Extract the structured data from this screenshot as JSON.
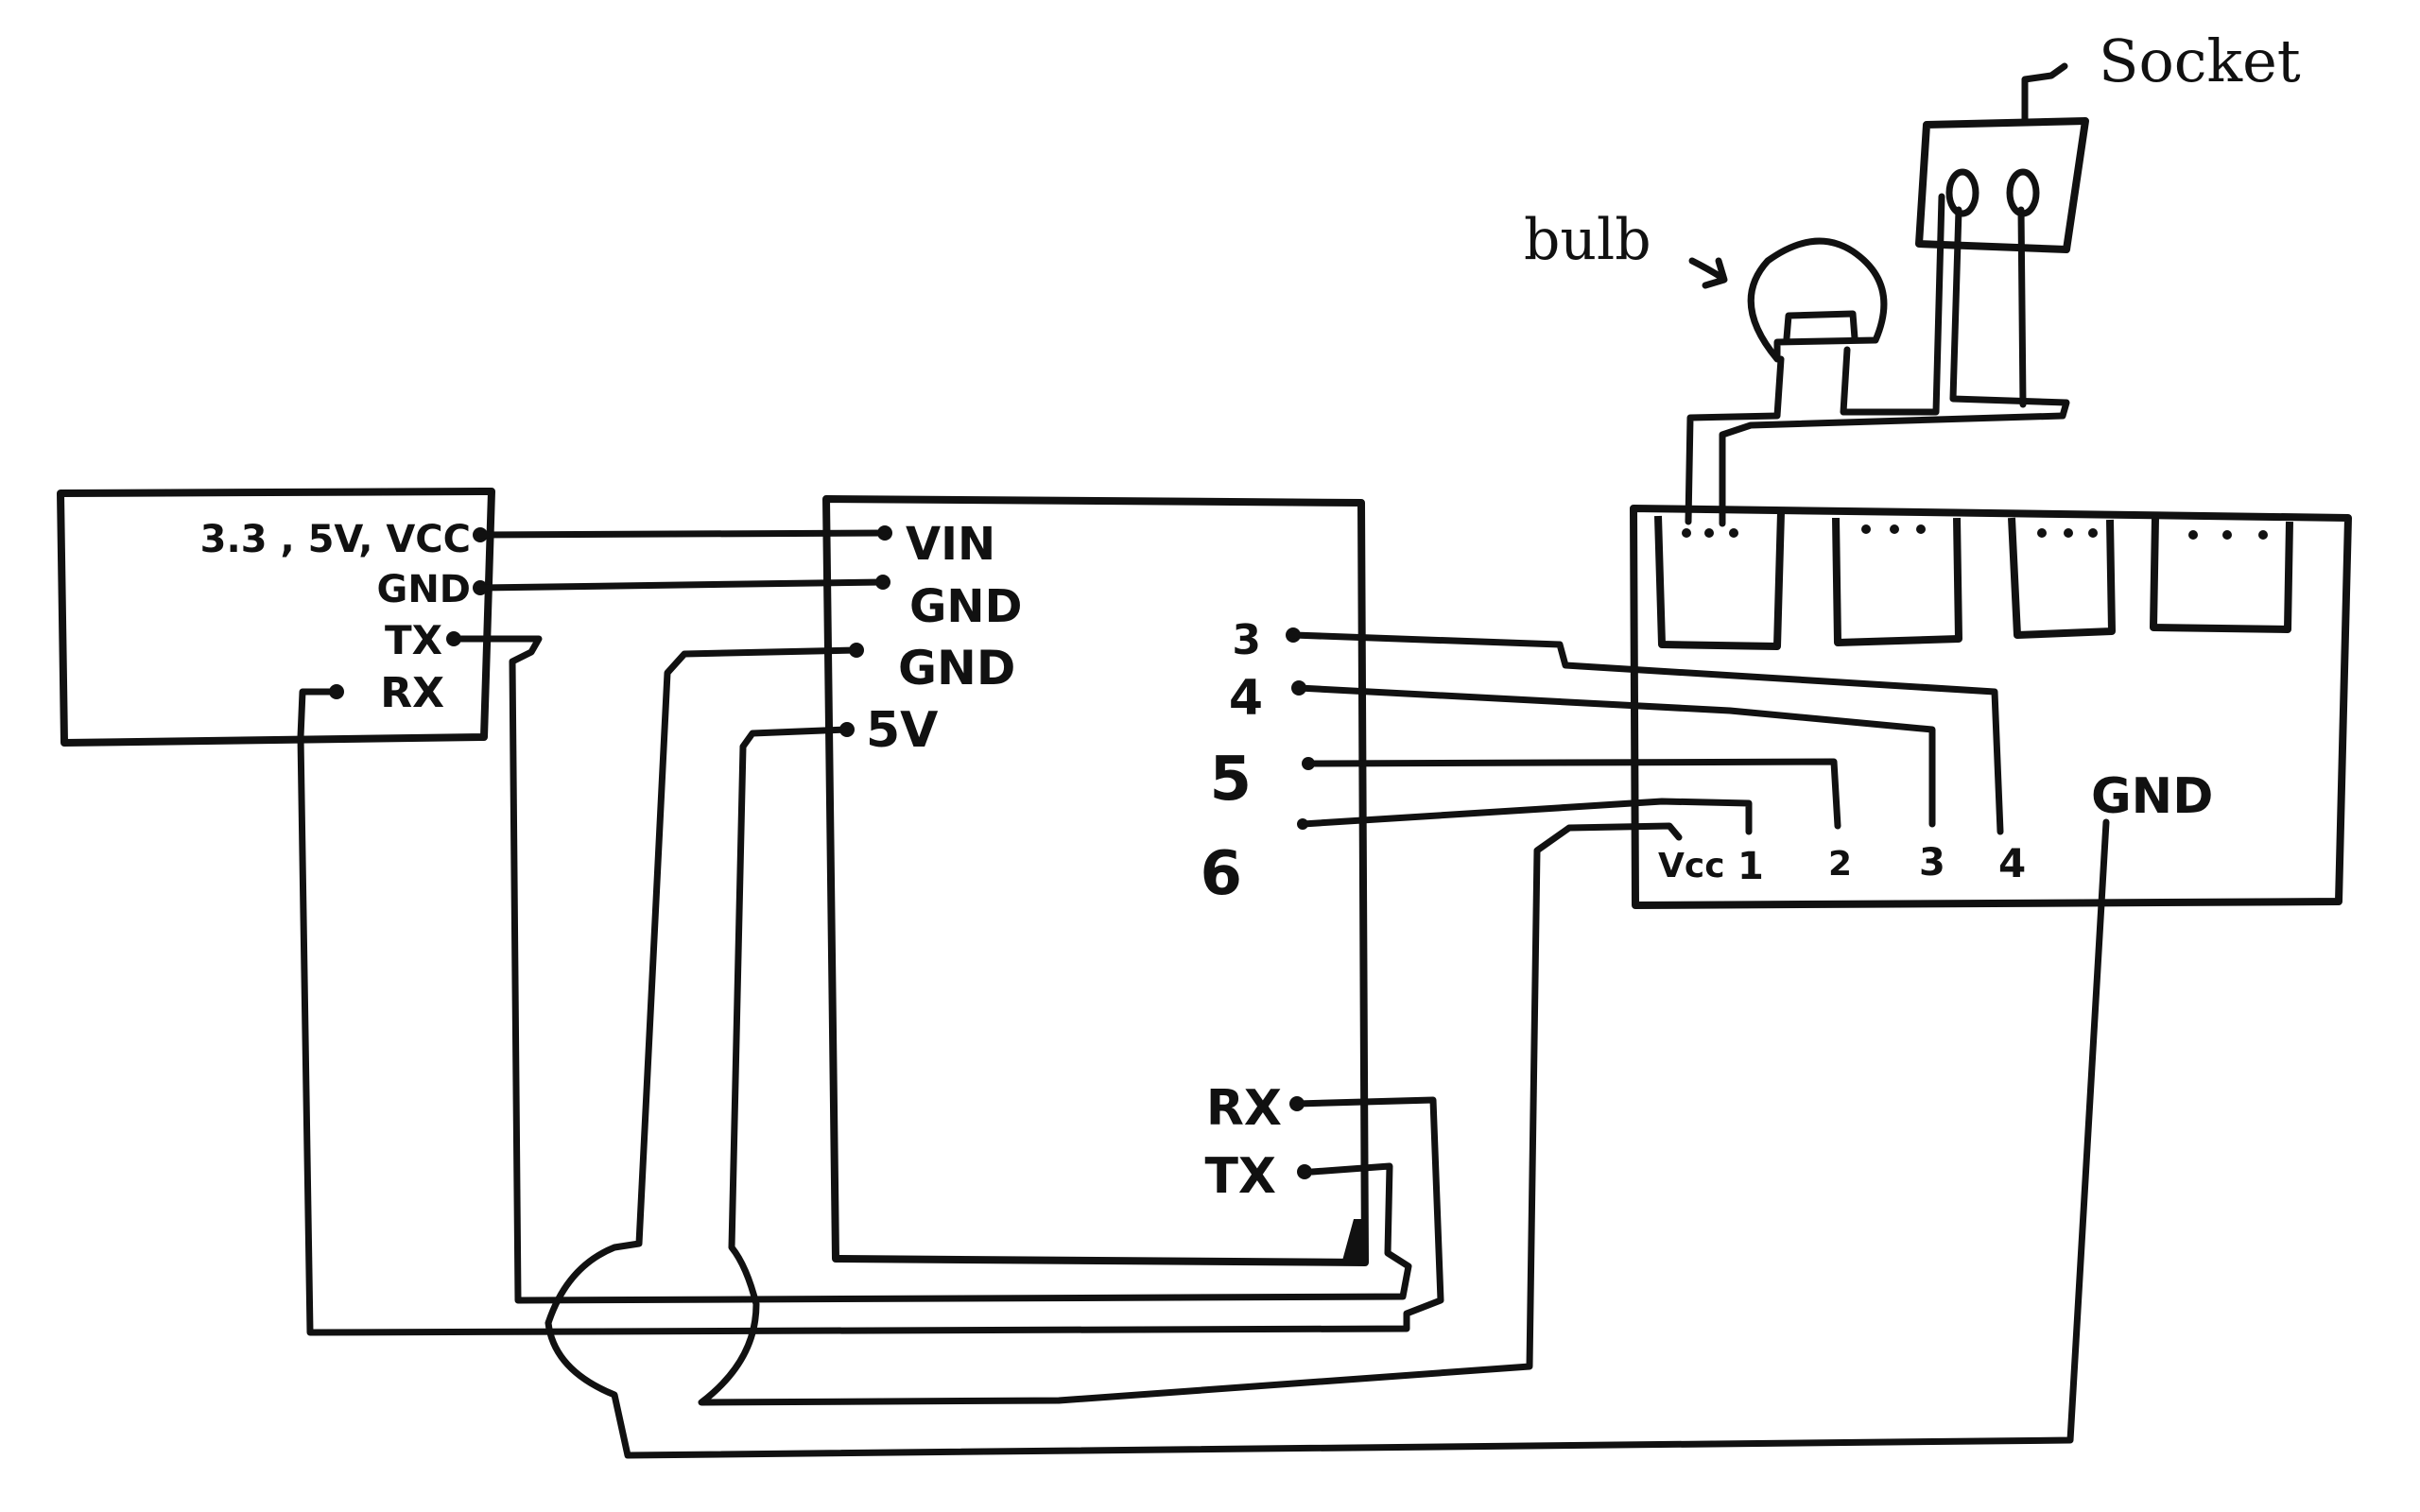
{
  "modules": {
    "left_module": {
      "pins": {
        "vcc": "3.3 , 5V, VCC",
        "gnd": "GND",
        "tx": "TX",
        "rx": "RX"
      }
    },
    "center_board": {
      "left_pins": {
        "vin": "VIN",
        "gnd1": "GND",
        "gnd2": "GND",
        "v5": "5V"
      },
      "right_pins": {
        "p3": "3",
        "p4": "4",
        "p5": "5",
        "p6": "6",
        "rx": "RX",
        "tx": "TX"
      }
    },
    "relay_board": {
      "bottom_pins": {
        "vcc": "Vcc",
        "in1": "1",
        "in2": "2",
        "in3": "3",
        "in4": "4"
      },
      "gnd": "GND"
    }
  },
  "annotations": {
    "bulb": "bulb",
    "socket": "Socket"
  },
  "colors": {
    "ink": "#111111",
    "paper": "#ffffff"
  }
}
